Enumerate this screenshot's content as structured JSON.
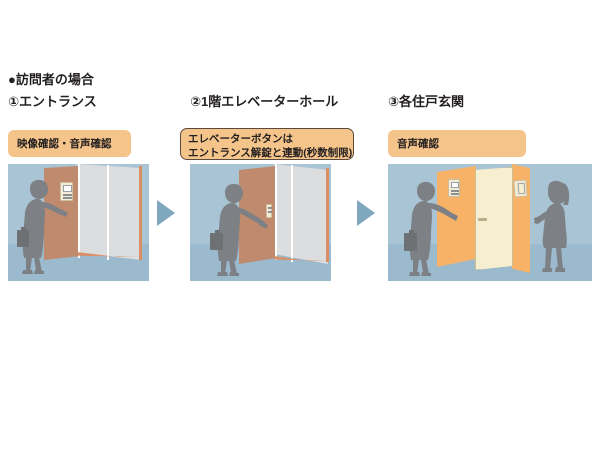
{
  "headings": {
    "main": "●訪問者の場合",
    "step1": "①エントランス",
    "step2": "②1階エレベーターホール",
    "step3": "③各住戸玄関"
  },
  "labels": {
    "step1_chip": "映像確認・音声確認",
    "step2_chip_line1": "エレベーターボタンは",
    "step2_chip_line2": "エントランス解錠と連動(秒数制限)",
    "step3_chip": "音声確認"
  },
  "scenes": [
    {
      "id": "entrance",
      "description": "訪問者がエントランスのインターホンを操作",
      "device": "entrance-intercom",
      "people": [
        "visitor-with-briefcase"
      ]
    },
    {
      "id": "elevator-hall",
      "description": "1階エレベーターホールでエレベーターボタンを操作",
      "device": "elevator-call-button",
      "people": [
        "visitor-with-briefcase"
      ]
    },
    {
      "id": "dwelling-entrance",
      "description": "各住戸玄関のインターホンと室内モニター",
      "device": "door-intercom",
      "people": [
        "visitor-with-briefcase",
        "resident-woman"
      ]
    }
  ],
  "colors": {
    "chip_fill": "#f5c48a",
    "chip2_border": "#5b4a3c",
    "scene_wall": "#a9c4d4",
    "scene_floor": "#9cbacd",
    "arrow": "#7fa8bf",
    "wall_brown": "#bf8a6d",
    "wall_orange": "#f7b267",
    "glass": "#dcdddf",
    "door_cream": "#f6efcf",
    "silhouette": "#7d8084",
    "text": "#231f20"
  },
  "arrows": [
    "flow-arrow-1",
    "flow-arrow-2"
  ]
}
